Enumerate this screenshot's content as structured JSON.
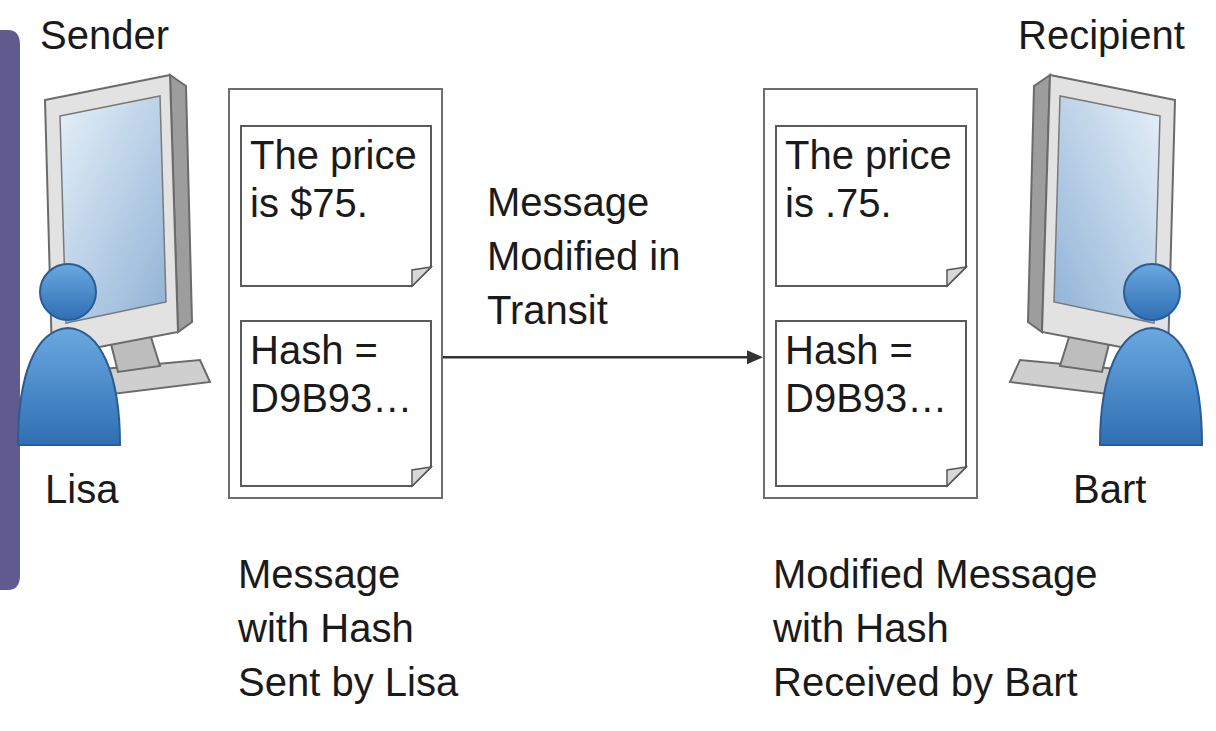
{
  "diagram": {
    "nodes": [
      {
        "text": [
          "Message with Hash Sent by Lisa"
        ]
      },
      {
        "text": [
          "The price is $75."
        ],
        "in": 0
      },
      {
        "text": [
          "Hash = D9B93…"
        ],
        "in": 0
      },
      {
        "text": [
          "Modified Message with Hash Received by Bart"
        ]
      },
      {
        "text": [
          "The price is .75."
        ],
        "in": 3
      },
      {
        "text": [
          "Hash = D9B93…"
        ],
        "in": 3
      }
    ],
    "edges": [
      {
        "from": 0,
        "to": 3,
        "arrow": "to",
        "label": "Message Modified in Transit"
      }
    ],
    "labels": [
      "Sender",
      "Recipient",
      "Lisa",
      "Bart"
    ]
  }
}
